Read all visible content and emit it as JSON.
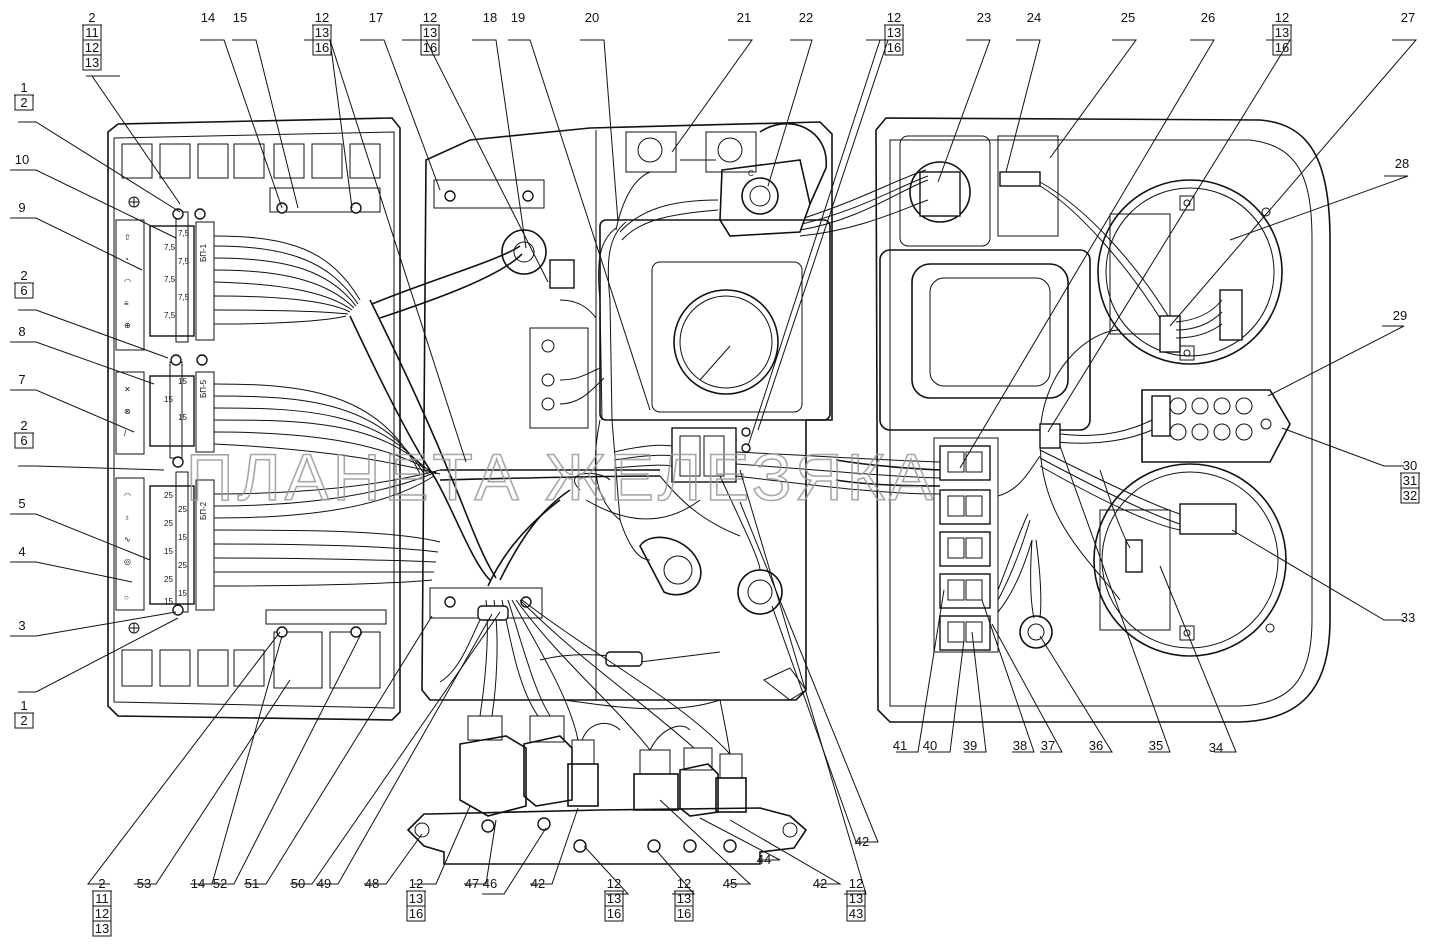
{
  "watermark": "ПЛАНЕТА ЖЕЛЕЗЯКА",
  "relay_block_labels": [
    "БП-1",
    "БП-5",
    "БП-2"
  ],
  "fuse_ratings": [
    "7,5",
    "7,5",
    "7,5",
    "7,5",
    "7,5",
    "7,5",
    "15",
    "15",
    "15",
    "25",
    "25",
    "25",
    "15",
    "15",
    "25",
    "25",
    "15",
    "15"
  ],
  "callouts": [
    {
      "id": "c-top-2-11-12-13",
      "lines": [
        "2",
        "11",
        "12",
        "13"
      ],
      "underlined": [
        1,
        2,
        3
      ]
    },
    {
      "id": "c-1-2-top",
      "lines": [
        "1",
        "2"
      ],
      "underlined": [
        1
      ]
    },
    {
      "id": "c-10",
      "lines": [
        "10"
      ],
      "underlined": []
    },
    {
      "id": "c-9",
      "lines": [
        "9"
      ],
      "underlined": []
    },
    {
      "id": "c-2-6-a",
      "lines": [
        "2",
        "6"
      ],
      "underlined": [
        1
      ]
    },
    {
      "id": "c-8",
      "lines": [
        "8"
      ],
      "underlined": []
    },
    {
      "id": "c-7",
      "lines": [
        "7"
      ],
      "underlined": []
    },
    {
      "id": "c-2-6-b",
      "lines": [
        "2",
        "6"
      ],
      "underlined": [
        1
      ]
    },
    {
      "id": "c-5",
      "lines": [
        "5"
      ],
      "underlined": []
    },
    {
      "id": "c-4",
      "lines": [
        "4"
      ],
      "underlined": []
    },
    {
      "id": "c-3",
      "lines": [
        "3"
      ],
      "underlined": []
    },
    {
      "id": "c-1-2-bottom",
      "lines": [
        "1",
        "2"
      ],
      "underlined": [
        1
      ]
    },
    {
      "id": "c-14-top",
      "lines": [
        "14"
      ],
      "underlined": []
    },
    {
      "id": "c-15",
      "lines": [
        "15"
      ],
      "underlined": []
    },
    {
      "id": "c-12-13-16-a",
      "lines": [
        "12",
        "13",
        "16"
      ],
      "underlined": [
        1,
        2
      ]
    },
    {
      "id": "c-17",
      "lines": [
        "17"
      ],
      "underlined": []
    },
    {
      "id": "c-12-13-16-b",
      "lines": [
        "12",
        "13",
        "16"
      ],
      "underlined": [
        1,
        2
      ]
    },
    {
      "id": "c-18",
      "lines": [
        "18"
      ],
      "underlined": []
    },
    {
      "id": "c-19",
      "lines": [
        "19"
      ],
      "underlined": []
    },
    {
      "id": "c-20",
      "lines": [
        "20"
      ],
      "underlined": []
    },
    {
      "id": "c-21",
      "lines": [
        "21"
      ],
      "underlined": []
    },
    {
      "id": "c-22",
      "lines": [
        "22"
      ],
      "underlined": []
    },
    {
      "id": "c-12-13-16-c",
      "lines": [
        "12",
        "13",
        "16"
      ],
      "underlined": [
        1,
        2
      ]
    },
    {
      "id": "c-23",
      "lines": [
        "23"
      ],
      "underlined": []
    },
    {
      "id": "c-24",
      "lines": [
        "24"
      ],
      "underlined": []
    },
    {
      "id": "c-25",
      "lines": [
        "25"
      ],
      "underlined": []
    },
    {
      "id": "c-26",
      "lines": [
        "26"
      ],
      "underlined": []
    },
    {
      "id": "c-12-13-16-d",
      "lines": [
        "12",
        "13",
        "16"
      ],
      "underlined": [
        1,
        2
      ]
    },
    {
      "id": "c-27",
      "lines": [
        "27"
      ],
      "underlined": []
    },
    {
      "id": "c-28",
      "lines": [
        "28"
      ],
      "underlined": []
    },
    {
      "id": "c-29",
      "lines": [
        "29"
      ],
      "underlined": []
    },
    {
      "id": "c-30-31-32",
      "lines": [
        "30",
        "31",
        "32"
      ],
      "underlined": [
        1,
        2
      ]
    },
    {
      "id": "c-33",
      "lines": [
        "33"
      ],
      "underlined": []
    },
    {
      "id": "c-34",
      "lines": [
        "34"
      ],
      "underlined": []
    },
    {
      "id": "c-35",
      "lines": [
        "35"
      ],
      "underlined": []
    },
    {
      "id": "c-36",
      "lines": [
        "36"
      ],
      "underlined": []
    },
    {
      "id": "c-37",
      "lines": [
        "37"
      ],
      "underlined": []
    },
    {
      "id": "c-38",
      "lines": [
        "38"
      ],
      "underlined": []
    },
    {
      "id": "c-39",
      "lines": [
        "39"
      ],
      "underlined": []
    },
    {
      "id": "c-40",
      "lines": [
        "40"
      ],
      "underlined": []
    },
    {
      "id": "c-41",
      "lines": [
        "41"
      ],
      "underlined": []
    },
    {
      "id": "c-42-right",
      "lines": [
        "42"
      ],
      "underlined": []
    },
    {
      "id": "c-12-13-43",
      "lines": [
        "12",
        "13",
        "43"
      ],
      "underlined": [
        1,
        2
      ]
    },
    {
      "id": "c-42-mid",
      "lines": [
        "42"
      ],
      "underlined": []
    },
    {
      "id": "c-44",
      "lines": [
        "44"
      ],
      "underlined": []
    },
    {
      "id": "c-45",
      "lines": [
        "45"
      ],
      "underlined": []
    },
    {
      "id": "c-12-13-16-e",
      "lines": [
        "12",
        "13",
        "16"
      ],
      "underlined": [
        1,
        2
      ]
    },
    {
      "id": "c-12-13-16-f",
      "lines": [
        "12",
        "13",
        "16"
      ],
      "underlined": [
        1,
        2
      ]
    },
    {
      "id": "c-42-left",
      "lines": [
        "42"
      ],
      "underlined": []
    },
    {
      "id": "c-12-13-16-g",
      "lines": [
        "12",
        "13",
        "16"
      ],
      "underlined": [
        1,
        2
      ]
    },
    {
      "id": "c-46",
      "lines": [
        "46"
      ],
      "underlined": []
    },
    {
      "id": "c-47",
      "lines": [
        "47"
      ],
      "underlined": []
    },
    {
      "id": "c-48",
      "lines": [
        "48"
      ],
      "underlined": []
    },
    {
      "id": "c-49",
      "lines": [
        "49"
      ],
      "underlined": []
    },
    {
      "id": "c-50",
      "lines": [
        "50"
      ],
      "underlined": []
    },
    {
      "id": "c-51",
      "lines": [
        "51"
      ],
      "underlined": []
    },
    {
      "id": "c-52",
      "lines": [
        "52"
      ],
      "underlined": []
    },
    {
      "id": "c-14-bottom",
      "lines": [
        "14"
      ],
      "underlined": []
    },
    {
      "id": "c-53",
      "lines": [
        "53"
      ],
      "underlined": []
    },
    {
      "id": "c-bot-2-11-12-13",
      "lines": [
        "2",
        "11",
        "12",
        "13"
      ],
      "underlined": [
        1,
        2,
        3
      ]
    }
  ]
}
